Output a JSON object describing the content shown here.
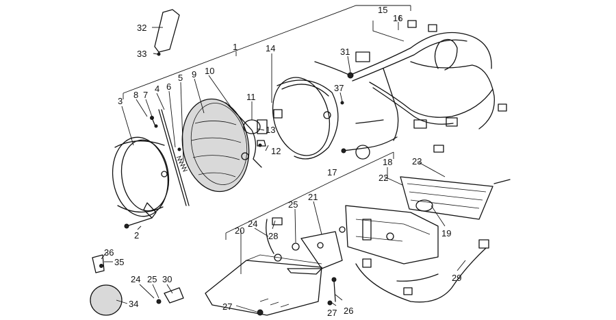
{
  "callouts": [
    {
      "id": "c1",
      "text": "1"
    },
    {
      "id": "c2",
      "text": "2"
    },
    {
      "id": "c3",
      "text": "3"
    },
    {
      "id": "c4",
      "text": "4"
    },
    {
      "id": "c5",
      "text": "5"
    },
    {
      "id": "c6",
      "text": "6"
    },
    {
      "id": "c7",
      "text": "7"
    },
    {
      "id": "c8",
      "text": "8"
    },
    {
      "id": "c9",
      "text": "9"
    },
    {
      "id": "c10",
      "text": "10"
    },
    {
      "id": "c11",
      "text": "11"
    },
    {
      "id": "c12",
      "text": "12"
    },
    {
      "id": "c13",
      "text": "13"
    },
    {
      "id": "c14",
      "text": "14"
    },
    {
      "id": "c15",
      "text": "15"
    },
    {
      "id": "c16",
      "text": "16"
    },
    {
      "id": "c17",
      "text": "17"
    },
    {
      "id": "c18",
      "text": "18"
    },
    {
      "id": "c19",
      "text": "19"
    },
    {
      "id": "c20",
      "text": "20"
    },
    {
      "id": "c21",
      "text": "21"
    },
    {
      "id": "c22",
      "text": "22"
    },
    {
      "id": "c23",
      "text": "23"
    },
    {
      "id": "c24a",
      "text": "24"
    },
    {
      "id": "c24b",
      "text": "24"
    },
    {
      "id": "c25a",
      "text": "25"
    },
    {
      "id": "c25b",
      "text": "25"
    },
    {
      "id": "c26",
      "text": "26"
    },
    {
      "id": "c27a",
      "text": "27"
    },
    {
      "id": "c27b",
      "text": "27"
    },
    {
      "id": "c28",
      "text": "28"
    },
    {
      "id": "c29",
      "text": "29"
    },
    {
      "id": "c30",
      "text": "30"
    },
    {
      "id": "c31",
      "text": "31"
    },
    {
      "id": "c32",
      "text": "32"
    },
    {
      "id": "c33",
      "text": "33"
    },
    {
      "id": "c34",
      "text": "34"
    },
    {
      "id": "c35",
      "text": "35"
    },
    {
      "id": "c36",
      "text": "36"
    },
    {
      "id": "c37",
      "text": "37"
    }
  ]
}
